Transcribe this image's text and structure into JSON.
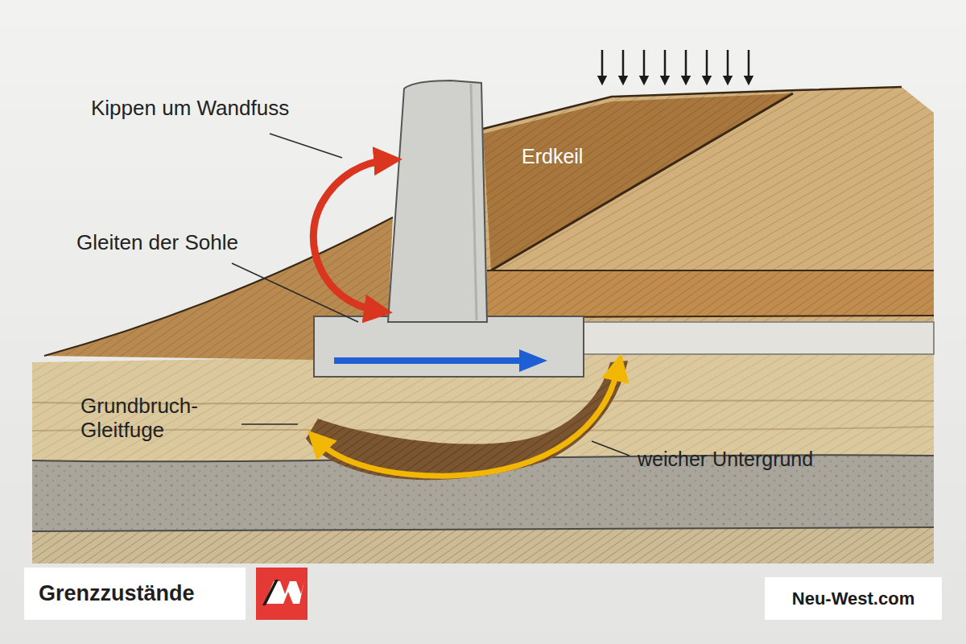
{
  "diagram": {
    "title": "Grenzzustände",
    "labels": [
      "Kippen um Wandfuss",
      "Erdkeil",
      "Gleiten der Sohle",
      "Grundbruch- Gleitfuge",
      "weicher Untergrund",
      "Neu-West.com"
    ]
  }
}
